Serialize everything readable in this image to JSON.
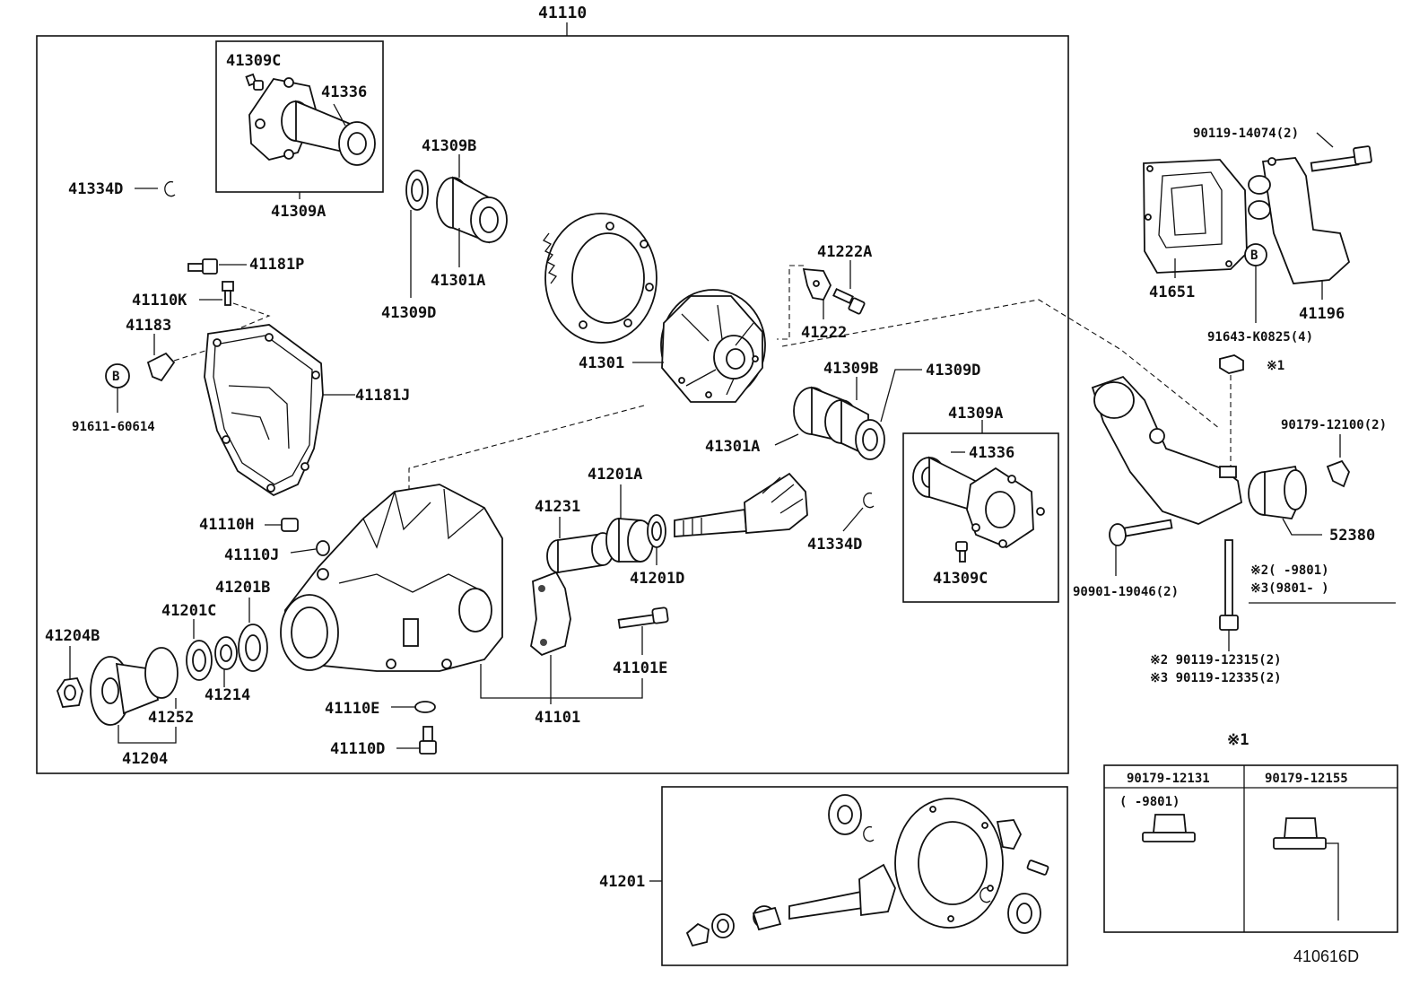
{
  "diagram_id": "410616D",
  "labels": {
    "l41110": "41110",
    "l41309C_a": "41309C",
    "l41336_a": "41336",
    "l41309A_a": "41309A",
    "l41334D_a": "41334D",
    "l41309B_a": "41309B",
    "l41301A_a": "41301A",
    "l41309D_a": "41309D",
    "l41181P": "41181P",
    "l41110K": "41110K",
    "l41183": "41183",
    "l91611": "91611-60614",
    "l41181J": "41181J",
    "l41222A": "41222A",
    "l41222": "41222",
    "l41301": "41301",
    "l41309B_b": "41309B",
    "l41309D_b": "41309D",
    "l41301A_b": "41301A",
    "l41309A_b": "41309A",
    "l41336_b": "41336",
    "l41309C_b": "41309C",
    "l41334D_b": "41334D",
    "l41110H": "41110H",
    "l41110J": "41110J",
    "l41201B": "41201B",
    "l41201C": "41201C",
    "l41204B": "41204B",
    "l41214": "41214",
    "l41252": "41252",
    "l41204": "41204",
    "l41231": "41231",
    "l41201A": "41201A",
    "l41201D": "41201D",
    "l41101E": "41101E",
    "l41101": "41101",
    "l41110E": "41110E",
    "l41110D": "41110D",
    "l41201": "41201",
    "l90119_14074": "90119-14074(2)",
    "l41651": "41651",
    "l41196": "41196",
    "l91643": "91643-K0825(4)",
    "l_ast1_nut": "※1",
    "l90179_12100": "90179-12100(2)",
    "l52380": "52380",
    "l90901": "90901-19046(2)",
    "l_ast2_range": "※2(    -9801)",
    "l_ast3_range": "※3(9801-     )",
    "l_ast2_bolt": "※2 90119-12315(2)",
    "l_ast3_bolt": "※3 90119-12335(2)",
    "l_ast1_table": "※1",
    "circle_b": "B"
  },
  "table": {
    "col1_header": "90179-12131",
    "col2_header": "90179-12155",
    "col1_note": "(     -9801)"
  }
}
